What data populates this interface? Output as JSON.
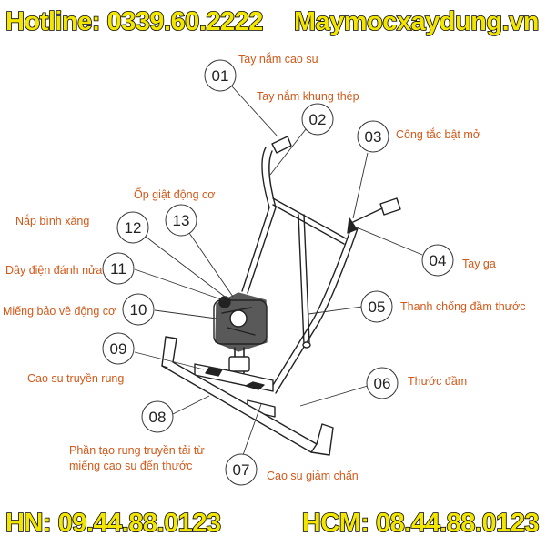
{
  "header": {
    "hotline": "Hotline: 0339.60.2222",
    "website": "Maymocxaydung.vn"
  },
  "footer": {
    "hn": "HN: 09.44.88.0123",
    "hcm": "HCM: 08.44.88.0123"
  },
  "diagram": {
    "callouts": [
      {
        "num": "01",
        "label": "Tay nắm cao su"
      },
      {
        "num": "02",
        "label": "Tay nắm khung thép"
      },
      {
        "num": "03",
        "label": "Công tắc bật mở"
      },
      {
        "num": "04",
        "label": "Tay ga"
      },
      {
        "num": "05",
        "label": "Thanh chống đầm thước"
      },
      {
        "num": "06",
        "label": "Thước đầm"
      },
      {
        "num": "07",
        "label": "Cao su giảm chấn"
      },
      {
        "num": "08",
        "label": "Phần tạo rung truyền tải từ",
        "label2": "miếng cao su đến thước"
      },
      {
        "num": "09",
        "label": "Cao su truyền rung"
      },
      {
        "num": "10",
        "label": "Miếng bảo về động cơ"
      },
      {
        "num": "11",
        "label": "Dây điện đánh nửa"
      },
      {
        "num": "12",
        "label": "Nắp bình xăng"
      },
      {
        "num": "13",
        "label": "Ốp giật động cơ"
      }
    ]
  },
  "colors": {
    "banner_text": "#f2e600",
    "banner_outline": "#000000",
    "label_text": "#d2591a",
    "line_art": "#222222"
  }
}
